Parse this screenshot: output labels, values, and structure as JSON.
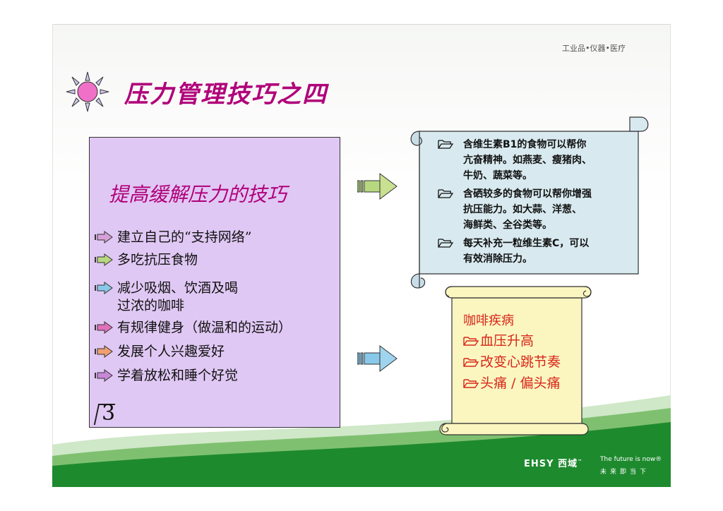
{
  "header": {
    "company_tag": "工业品•仪器•医疗",
    "title": "压力管理技巧之四"
  },
  "tips_panel": {
    "heading": "提高缓解压力的技巧",
    "items": [
      {
        "text": "建立自己的“支持网络”",
        "arrow_color": "#d8a0d8"
      },
      {
        "text": "多吃抗压食物",
        "arrow_color": "#b8d880"
      },
      {
        "text": "减少吸烟、饮酒及喝\n过浓的咖啡",
        "arrow_color": "#88c8e8"
      },
      {
        "text": "有规律健身（做温和的运动）",
        "arrow_color": "#e070b8"
      },
      {
        "text": "发展个人兴趣爱好",
        "arrow_color": "#f0a070"
      },
      {
        "text": "学着放松和睡个好觉",
        "arrow_color": "#c888d8"
      }
    ],
    "page_number": "3"
  },
  "food_scroll": {
    "items": [
      {
        "text": "含维生素B1的食物可以帮你\n亢奋精神。如燕麦、瘦猪肉、\n牛奶、蔬菜等。"
      },
      {
        "text": "含硒较多的食物可以帮你增强\n抗压能力。如大蒜、洋葱、\n海鲜类、全谷类等。"
      },
      {
        "text": "每天补充一粒维生素C，可以\n有效消除压力。"
      }
    ]
  },
  "disease_scroll": {
    "title": "咖啡疾病",
    "items": [
      {
        "text": "血压升高"
      },
      {
        "text": "改变心跳节奏"
      },
      {
        "text": "头痛 / 偏头痛"
      }
    ]
  },
  "footer": {
    "brand": "EHSY 西域",
    "brand_tm": "™",
    "slogan_en": "The future is now®",
    "slogan_cn": "未来即当下"
  },
  "colors": {
    "title": "#b0007a",
    "panel": "#e0c8f4",
    "blue_scroll": "#d8eaf0",
    "yellow_scroll": "#fbf6c0",
    "disease_text": "#d8261a",
    "footer_green": "#1e8a2e"
  }
}
